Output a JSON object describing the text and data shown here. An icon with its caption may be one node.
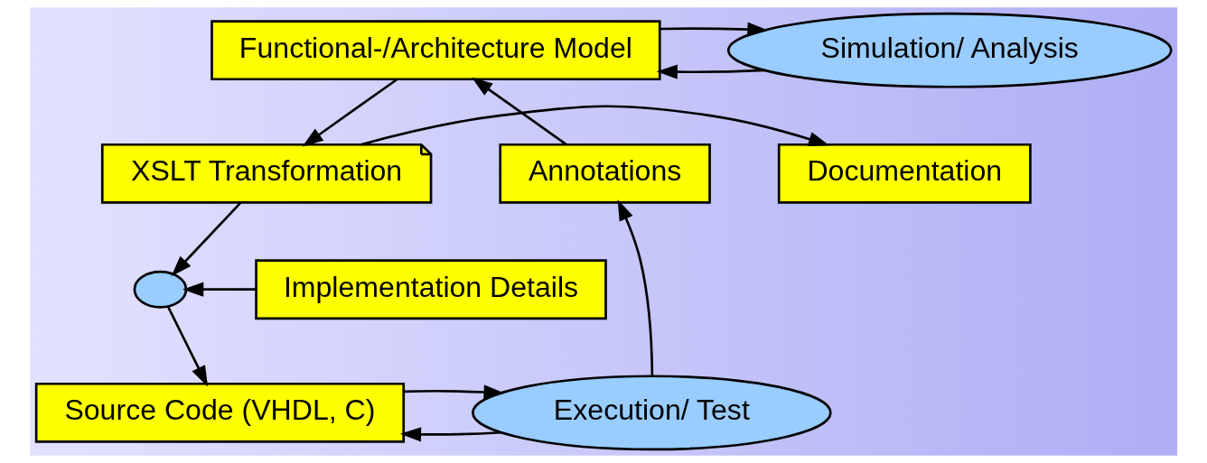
{
  "diagram": {
    "nodes": [
      {
        "text": [
          "Functional-/Architecture Model"
        ]
      },
      {
        "text": [
          "Simulation/ Analysis"
        ]
      },
      {
        "text": [
          "XSLT Transformation"
        ]
      },
      {
        "text": [
          "Annotations"
        ]
      },
      {
        "text": [
          "Documentation"
        ]
      },
      {
        "text": [],
        "shape": "circle"
      },
      {
        "text": [
          "Implementation Details"
        ]
      },
      {
        "text": [
          "Execution/ Test"
        ]
      },
      {
        "text": [
          "Source Code (VHDL, C)"
        ]
      }
    ],
    "edges": [
      {
        "from": 3,
        "to": 0,
        "arrow": "to"
      },
      {
        "from": 1,
        "to": 0,
        "arrow": "to"
      },
      {
        "from": 0,
        "to": 1,
        "arrow": "to"
      },
      {
        "from": 0,
        "to": 2,
        "arrow": "to"
      },
      {
        "from": 2,
        "to": 4,
        "arrow": "to"
      },
      {
        "from": 2,
        "to": 5,
        "arrow": "to"
      },
      {
        "from": 6,
        "to": 5,
        "arrow": "to"
      },
      {
        "from": 5,
        "to": 8,
        "arrow": "to"
      },
      {
        "from": 7,
        "to": 8,
        "arrow": "to"
      },
      {
        "from": 8,
        "to": 7,
        "arrow": "to"
      },
      {
        "from": 7,
        "to": 3,
        "arrow": "to"
      }
    ]
  }
}
